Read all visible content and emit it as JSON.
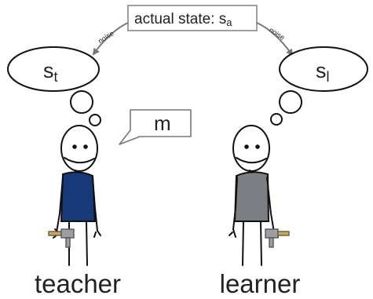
{
  "state_box": {
    "label": "actual state: s",
    "subscript": "a"
  },
  "arrows": {
    "left_label": "noise",
    "right_label": "noise"
  },
  "teacher": {
    "belief": {
      "symbol": "s",
      "subscript": "t"
    },
    "speech": "m",
    "label": "teacher",
    "shirt_color": "#163a78"
  },
  "learner": {
    "belief": {
      "symbol": "s",
      "subscript": "l"
    },
    "label": "learner",
    "shirt_color": "#7b7e83"
  }
}
